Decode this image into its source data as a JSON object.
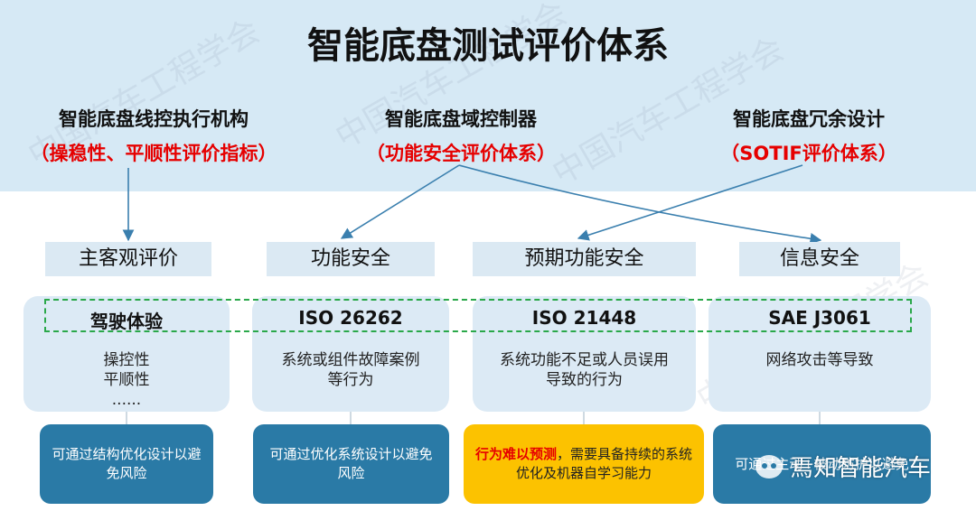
{
  "title": "智能底盘测试评价体系",
  "sources": [
    {
      "label": "智能底盘线控执行机构",
      "sub": "（操稳性、平顺性评价指标）"
    },
    {
      "label": "智能底盘域控制器",
      "sub": "（功能安全评价体系）"
    },
    {
      "label": "智能底盘冗余设计",
      "sub": "（SOTIF评价体系）"
    }
  ],
  "categories": [
    "主客观评价",
    "功能安全",
    "预期功能安全",
    "信息安全"
  ],
  "cards": [
    {
      "heading": "驾驶体验",
      "lines": [
        "操控性",
        "平顺性",
        "......"
      ]
    },
    {
      "heading": "ISO 26262",
      "lines": [
        "系统或组件故障案例",
        "等行为"
      ]
    },
    {
      "heading": "ISO 21448",
      "lines": [
        "系统功能不足或人员误用",
        "导致的行为"
      ]
    },
    {
      "heading": "SAE J3061",
      "lines": [
        "网络攻击等导致"
      ]
    }
  ],
  "notes": [
    {
      "text": "可通过结构优化设计以避免风险"
    },
    {
      "text": "可通过优化系统设计以避免风险"
    },
    {
      "highlight": "行为难以预测",
      "text": "，需要具备持续的系统优化及机器自学习能力"
    },
    {
      "text": "可通过主动+被动防护以避免"
    }
  ],
  "watermark": {
    "text": "中国汽车工程学会",
    "badge": "焉知智能汽车",
    "badge_icon": "wechat-icon"
  },
  "colors": {
    "band": "#d6e9f5",
    "red": "#e60000",
    "note_blue": "#2a7aa6",
    "note_yellow": "#fcc200",
    "dash_green": "#2aa84a",
    "arrow": "#3a7fae"
  }
}
